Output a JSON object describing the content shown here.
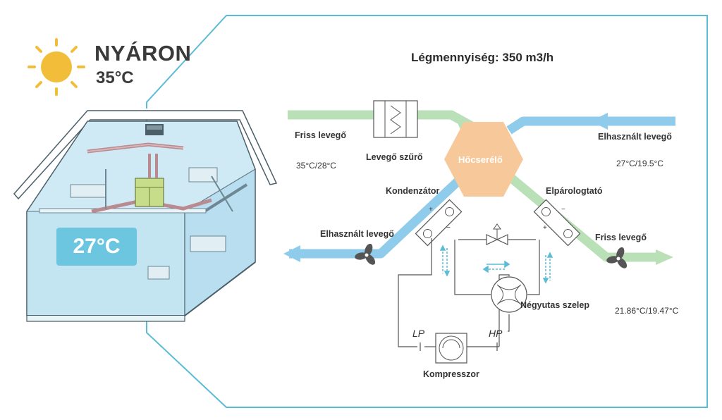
{
  "season": "NYÁRON",
  "outdoor_temp": "35°C",
  "indoor_temp": "27°C",
  "air_volume": "Légmennyiség: 350 m3/h",
  "labels": {
    "fresh_air_in": "Friss levegő",
    "fresh_air_in_temp": "35°C/28°C",
    "filter": "Levegő szűrő",
    "heat_exchanger": "Hőcserélő",
    "exhaust_in": "Elhasznált levegő",
    "exhaust_in_temp": "27°C/19.5°C",
    "condenser": "Kondenzátor",
    "evaporator": "Elpárologtató",
    "exhaust_out": "Elhasznált levegő",
    "fresh_air_out": "Friss levegő",
    "fresh_air_out_temp": "21.86°C/19.47°C",
    "four_way_valve": "Négyutas szelep",
    "lp": "LP",
    "hp": "HP",
    "compressor": "Kompresszor"
  },
  "colors": {
    "frame": "#5bbcd6",
    "sun": "#f2be3a",
    "fresh_air": "#b9e0b7",
    "exhaust_air": "#8fcbea",
    "heat_exchanger": "#f7c99a",
    "indoor_badge": "#6cc6e0"
  }
}
